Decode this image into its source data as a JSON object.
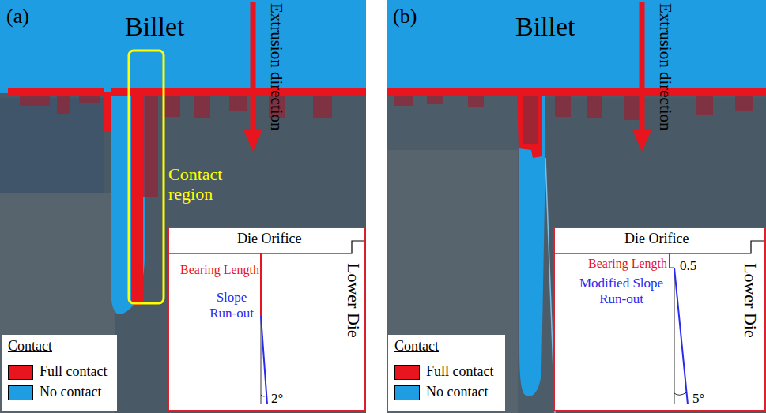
{
  "diagram": {
    "nodes": [
      {
        "text": [
          "Die Orifice",
          "Bearing Length",
          "Slope Run-out",
          "Lower Die",
          "2°"
        ]
      },
      {
        "text": [
          "Die Orifice",
          "Bearing Length",
          "0.5",
          "Modified Slope Run-out",
          "Lower Die",
          "5°"
        ]
      }
    ],
    "labels": [
      "(a)",
      "Billet",
      "Extrusion direction",
      "Contact region",
      "Contact",
      "(b)",
      "Billet",
      "Extrusion direction",
      "Contact"
    ],
    "legend": [
      {
        "text": "Full contact",
        "color": "#e8141e"
      },
      {
        "text": "No contact",
        "color": "#1f9de2"
      },
      {
        "text": "Full contact",
        "color": "#e8141e"
      },
      {
        "text": "No contact",
        "color": "#1f9de2"
      }
    ]
  }
}
